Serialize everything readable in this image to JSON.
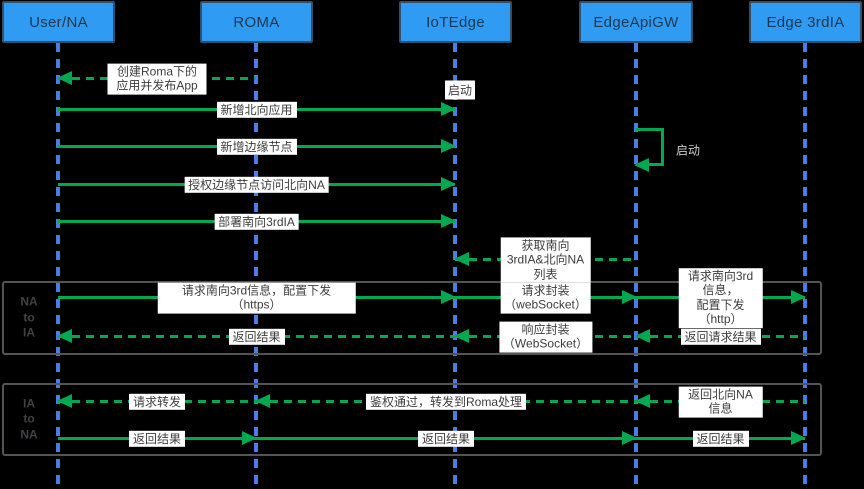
{
  "diagram": {
    "type": "sequence-diagram",
    "colors": {
      "background": "#000000",
      "arrow_green": "#00a850",
      "lifeline_blue": "#4a7cec",
      "actor_fill": "#2f9bf2",
      "frame_border": "#545454",
      "label_background": "#ffffff"
    },
    "actors": [
      {
        "name": "User/NA"
      },
      {
        "name": "ROMA"
      },
      {
        "name": "IoTEdge"
      },
      {
        "name": "EdgeApiGW"
      },
      {
        "name": "Edge 3rdIA"
      }
    ],
    "notes": {
      "iotedge_start": "启动",
      "edgeapigw_selfloop": "启动"
    },
    "frames": [
      {
        "label": "NA\nto\nIA"
      },
      {
        "label": "IA\nto\nNA"
      }
    ],
    "messages": [
      {
        "label": "创建Roma下的应用并发布App",
        "from": "ROMA",
        "to": "User/NA",
        "style": "dashed"
      },
      {
        "label": "新增北向应用",
        "from": "User/NA",
        "to": "IoTEdge",
        "style": "solid"
      },
      {
        "label": "新增边缘节点",
        "from": "User/NA",
        "to": "IoTEdge",
        "style": "solid"
      },
      {
        "label": "授权边缘节点访问北向NA",
        "from": "User/NA",
        "to": "IoTEdge",
        "style": "solid"
      },
      {
        "label": "部署南向3rdIA",
        "from": "User/NA",
        "to": "IoTEdge",
        "style": "solid"
      },
      {
        "label": "获取南向3rdIA&北向NA列表",
        "from": "EdgeApiGW",
        "to": "IoTEdge",
        "style": "dashed"
      },
      {
        "label": "请求南向3rd信息，配置下发（https）",
        "from": "User/NA",
        "to": "IoTEdge",
        "style": "solid"
      },
      {
        "label": "请求封装（webSocket）",
        "from": "IoTEdge",
        "to": "EdgeApiGW",
        "style": "solid"
      },
      {
        "label": "请求南向3rd信息，\n配置下发（http）",
        "from": "EdgeApiGW",
        "to": "Edge 3rdIA",
        "style": "solid"
      },
      {
        "label": "返回结果",
        "from": "IoTEdge",
        "to": "User/NA",
        "style": "dashed"
      },
      {
        "label": "响应封装（WebSocket）",
        "from": "EdgeApiGW",
        "to": "IoTEdge",
        "style": "dashed"
      },
      {
        "label": "返回请求结果",
        "from": "Edge 3rdIA",
        "to": "EdgeApiGW",
        "style": "dashed"
      },
      {
        "label": "请求转发",
        "from": "ROMA",
        "to": "User/NA",
        "style": "dashed"
      },
      {
        "label": "鉴权通过，转发到Roma处理",
        "from": "EdgeApiGW",
        "to": "ROMA",
        "style": "dashed"
      },
      {
        "label": "返回北向NA信息",
        "from": "Edge 3rdIA",
        "to": "EdgeApiGW",
        "style": "dashed"
      },
      {
        "label": "返回结果",
        "from": "User/NA",
        "to": "ROMA",
        "style": "solid"
      },
      {
        "label": "返回结果",
        "from": "ROMA",
        "to": "EdgeApiGW",
        "style": "solid"
      },
      {
        "label": "返回结果",
        "from": "EdgeApiGW",
        "to": "Edge 3rdIA",
        "style": "solid"
      }
    ]
  }
}
